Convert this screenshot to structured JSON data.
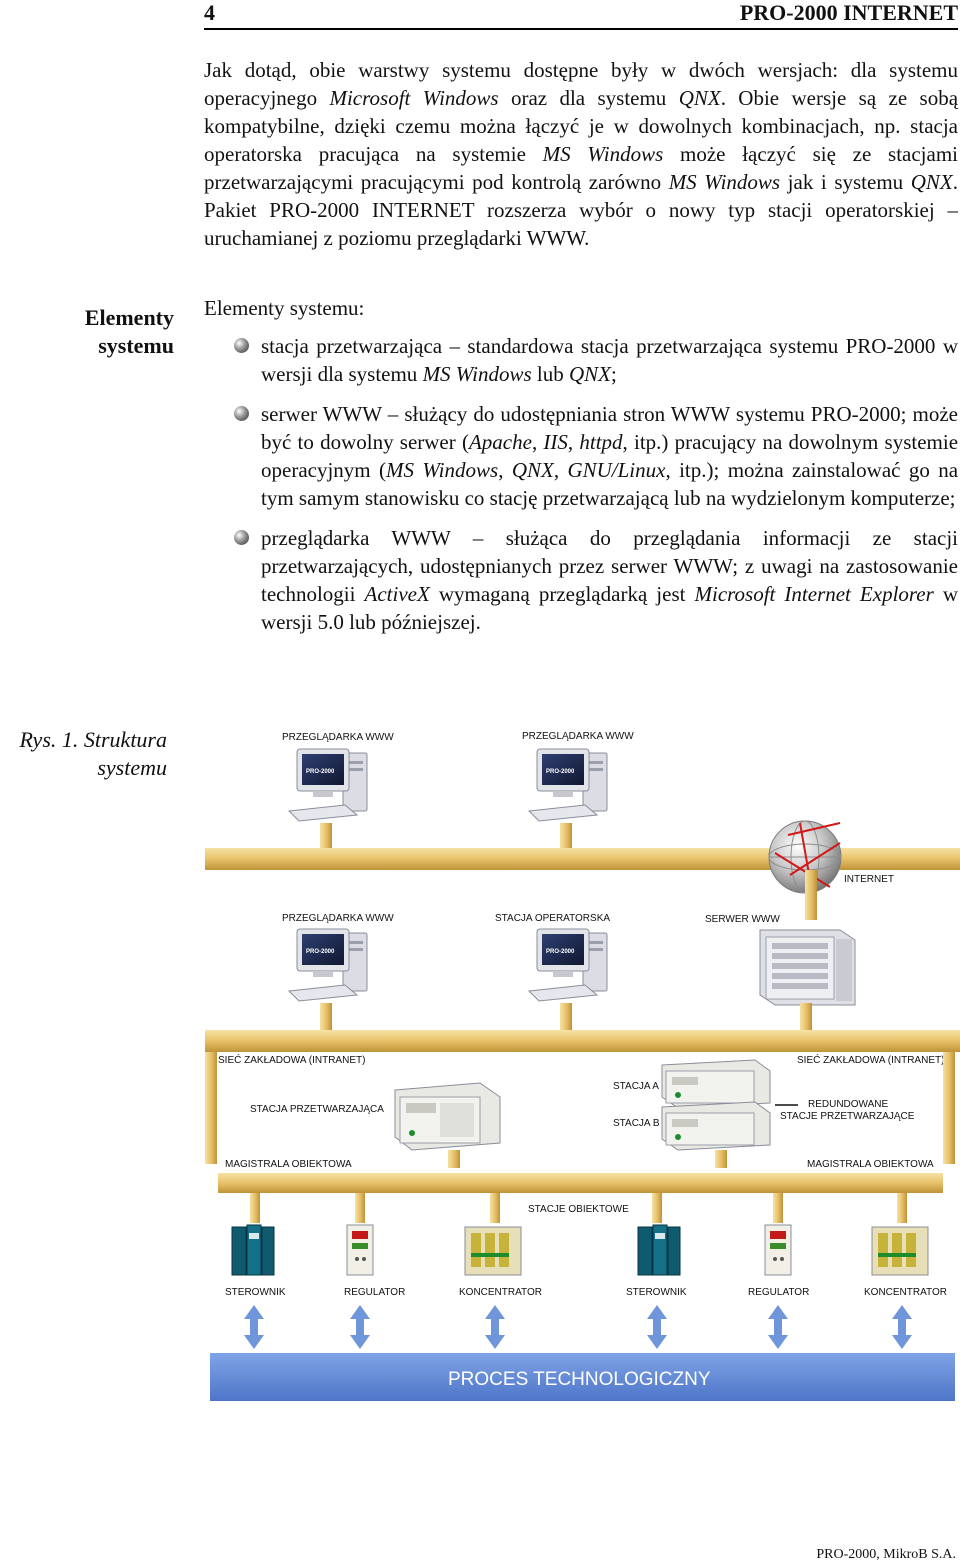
{
  "header": {
    "page_number": "4",
    "title": "PRO-2000 INTERNET"
  },
  "intro": [
    {
      "t": "Jak dotąd, obie warstwy systemu dostępne były w dwóch wersjach: dla systemu operacyjnego "
    },
    {
      "t": "Microsoft Windows",
      "i": true
    },
    {
      "t": " oraz dla systemu "
    },
    {
      "t": "QNX",
      "i": true
    },
    {
      "t": ". Obie wersje są ze sobą kompatybilne, dzięki czemu można łączyć je w dowolnych kombinacjach, np. stacja operatorska pracująca na systemie "
    },
    {
      "t": "MS Windows",
      "i": true
    },
    {
      "t": " może łączyć się ze stacjami przetwarzającymi pracującymi pod kontrolą zarówno "
    },
    {
      "t": "MS Windows",
      "i": true
    },
    {
      "t": " jak i systemu "
    },
    {
      "t": "QNX",
      "i": true
    },
    {
      "t": ". Pakiet PRO-2000 INTERNET rozszerza wybór o nowy typ stacji operatorskiej – uruchamianej z poziomu przeglądarki WWW."
    }
  ],
  "margin_elements": [
    "Elementy",
    "systemu"
  ],
  "elements_heading": "Elementy systemu:",
  "bullets": [
    [
      {
        "t": "stacja przetwarzająca – standardowa stacja przetwarzająca systemu PRO-2000 w wersji dla systemu "
      },
      {
        "t": "MS Windows",
        "i": true
      },
      {
        "t": " lub "
      },
      {
        "t": "QNX",
        "i": true
      },
      {
        "t": ";"
      }
    ],
    [
      {
        "t": "serwer WWW – służący do udostępniania stron WWW systemu PRO-2000; może być to dowolny serwer ("
      },
      {
        "t": "Apache",
        "i": true
      },
      {
        "t": ", "
      },
      {
        "t": "IIS",
        "i": true
      },
      {
        "t": ", "
      },
      {
        "t": "httpd",
        "i": true
      },
      {
        "t": ", itp.) pracujący na dowolnym systemie operacyjnym ("
      },
      {
        "t": "MS Windows",
        "i": true
      },
      {
        "t": ", "
      },
      {
        "t": "QNX",
        "i": true
      },
      {
        "t": ", "
      },
      {
        "t": "GNU/Linux",
        "i": true
      },
      {
        "t": ", itp.); można zainstalować go na tym samym stanowisku co stację przetwarzającą lub na wydzielonym komputerze;"
      }
    ],
    [
      {
        "t": "przeglądarka WWW – służąca do przeglądania informacji ze stacji przetwarzających, udostępnianych przez serwer WWW; z uwagi na zastosowanie technologii "
      },
      {
        "t": "ActiveX",
        "i": true
      },
      {
        "t": " wymaganą przeglądarką jest "
      },
      {
        "t": "Microsoft Internet Explorer",
        "i": true
      },
      {
        "t": " w wersji 5.0 lub późniejszej."
      }
    ]
  ],
  "figure_caption": [
    "Rys. 1. Struktura",
    "systemu"
  ],
  "diagram": {
    "browser_top_1": "PRZEGLĄDARKA WWW",
    "browser_top_2": "PRZEGLĄDARKA WWW",
    "internet": "INTERNET",
    "browser_mid": "PRZEGLĄDARKA WWW",
    "operator_station": "STACJA OPERATORSKA",
    "web_server": "SERWER WWW",
    "monitor_brand": "PRO-2000",
    "intranet_left": "SIEĆ ZAKŁADOWA (INTRANET)",
    "intranet_right": "SIEĆ ZAKŁADOWA (INTRANET)",
    "processing_station": "STACJA PRZETWARZAJĄCA",
    "station_a": "STACJA A",
    "station_b": "STACJA B",
    "redundant": [
      "REDUNDOWANE",
      "STACJE PRZETWARZAJĄCE"
    ],
    "fieldbus_left": "MAGISTRALA OBIEKTOWA",
    "fieldbus_right": "MAGISTRALA OBIEKTOWA",
    "object_stations": "STACJE OBIEKTOWE",
    "devices": [
      "STEROWNIK",
      "REGULATOR",
      "KONCENTRATOR",
      "STEROWNIK",
      "REGULATOR",
      "KONCENTRATOR"
    ],
    "process": "PROCES TECHNOLOGICZNY"
  },
  "footer": "PRO-2000, MikroB S.A."
}
